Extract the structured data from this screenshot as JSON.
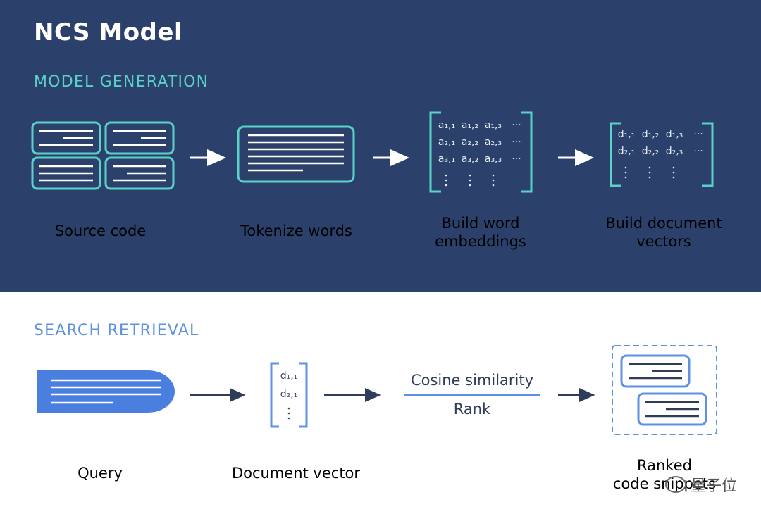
{
  "title": "NCS Model",
  "model_generation": {
    "heading": "MODEL GENERATION",
    "steps": [
      {
        "label": "Source code"
      },
      {
        "label": "Tokenize words"
      },
      {
        "label_line1": "Build word",
        "label_line2": "embeddings"
      },
      {
        "label_line1": "Build document",
        "label_line2": "vectors"
      }
    ],
    "word_matrix": {
      "rows": [
        [
          "a₁,₁",
          "a₁,₂",
          "a₁,₃",
          "···"
        ],
        [
          "a₂,₁",
          "a₂,₂",
          "a₂,₃",
          "···"
        ],
        [
          "a₃,₁",
          "a₃,₂",
          "a₃,₃",
          "···"
        ]
      ]
    },
    "doc_matrix": {
      "rows": [
        [
          "d₁,₁",
          "d₁,₂",
          "d₁,₃",
          "···"
        ],
        [
          "d₂,₁",
          "d₂,₂",
          "d₂,₃",
          "···"
        ]
      ]
    }
  },
  "search_retrieval": {
    "heading": "SEARCH RETRIEVAL",
    "steps": [
      {
        "label": "Query"
      },
      {
        "label": "Document vector"
      },
      {
        "label_line1": "Ranked",
        "label_line2": "code snippets"
      }
    ],
    "doc_vector": [
      "d₁,₁",
      "d₂,₁"
    ],
    "cosine_label": "Cosine similarity",
    "rank_label": "Rank"
  },
  "watermark": "量子位",
  "colors": {
    "top_bg": "#2b416b",
    "teal": "#5ad1c9",
    "blue": "#5c92df",
    "query_fill": "#4a7fe0",
    "dark_arrow": "#2f3d58"
  }
}
